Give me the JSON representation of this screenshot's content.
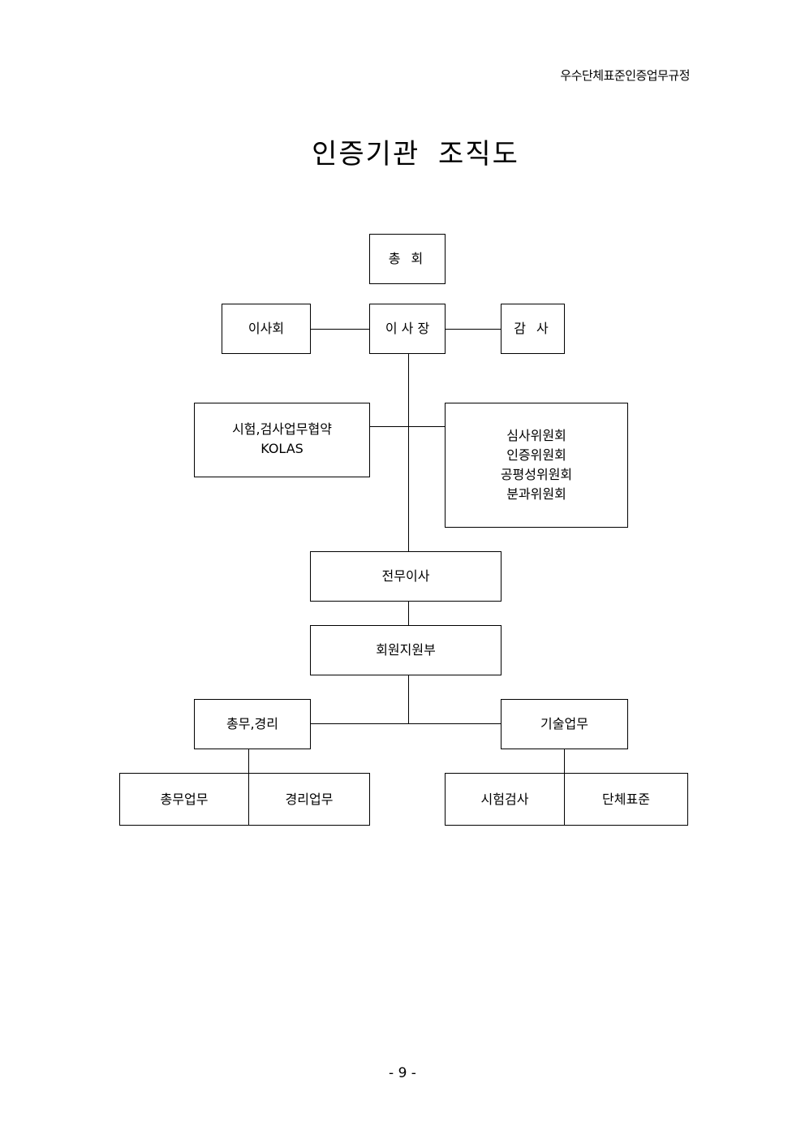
{
  "header": {
    "document_name": "우수단체표준인증업무규정"
  },
  "title": "인증기관 조직도",
  "org_chart": {
    "general_assembly": "총 회",
    "board": "이사회",
    "chairman": "이 사 장",
    "auditor": "감 사",
    "testing_agreement": {
      "line1": "시험,검사업무협약",
      "line2": "KOLAS"
    },
    "committees": [
      "심사위원회",
      "인증위원회",
      "공평성위원회",
      "분과위원회"
    ],
    "executive_director": "전무이사",
    "member_support": "회원지원부",
    "admin_accounting": "총무,경리",
    "technical": "기술업무",
    "general_affairs": "총무업무",
    "accounting": "경리업무",
    "testing_inspection": "시험검사",
    "group_standards": "단체표준"
  },
  "footer": {
    "page_number": "- 9 -"
  }
}
